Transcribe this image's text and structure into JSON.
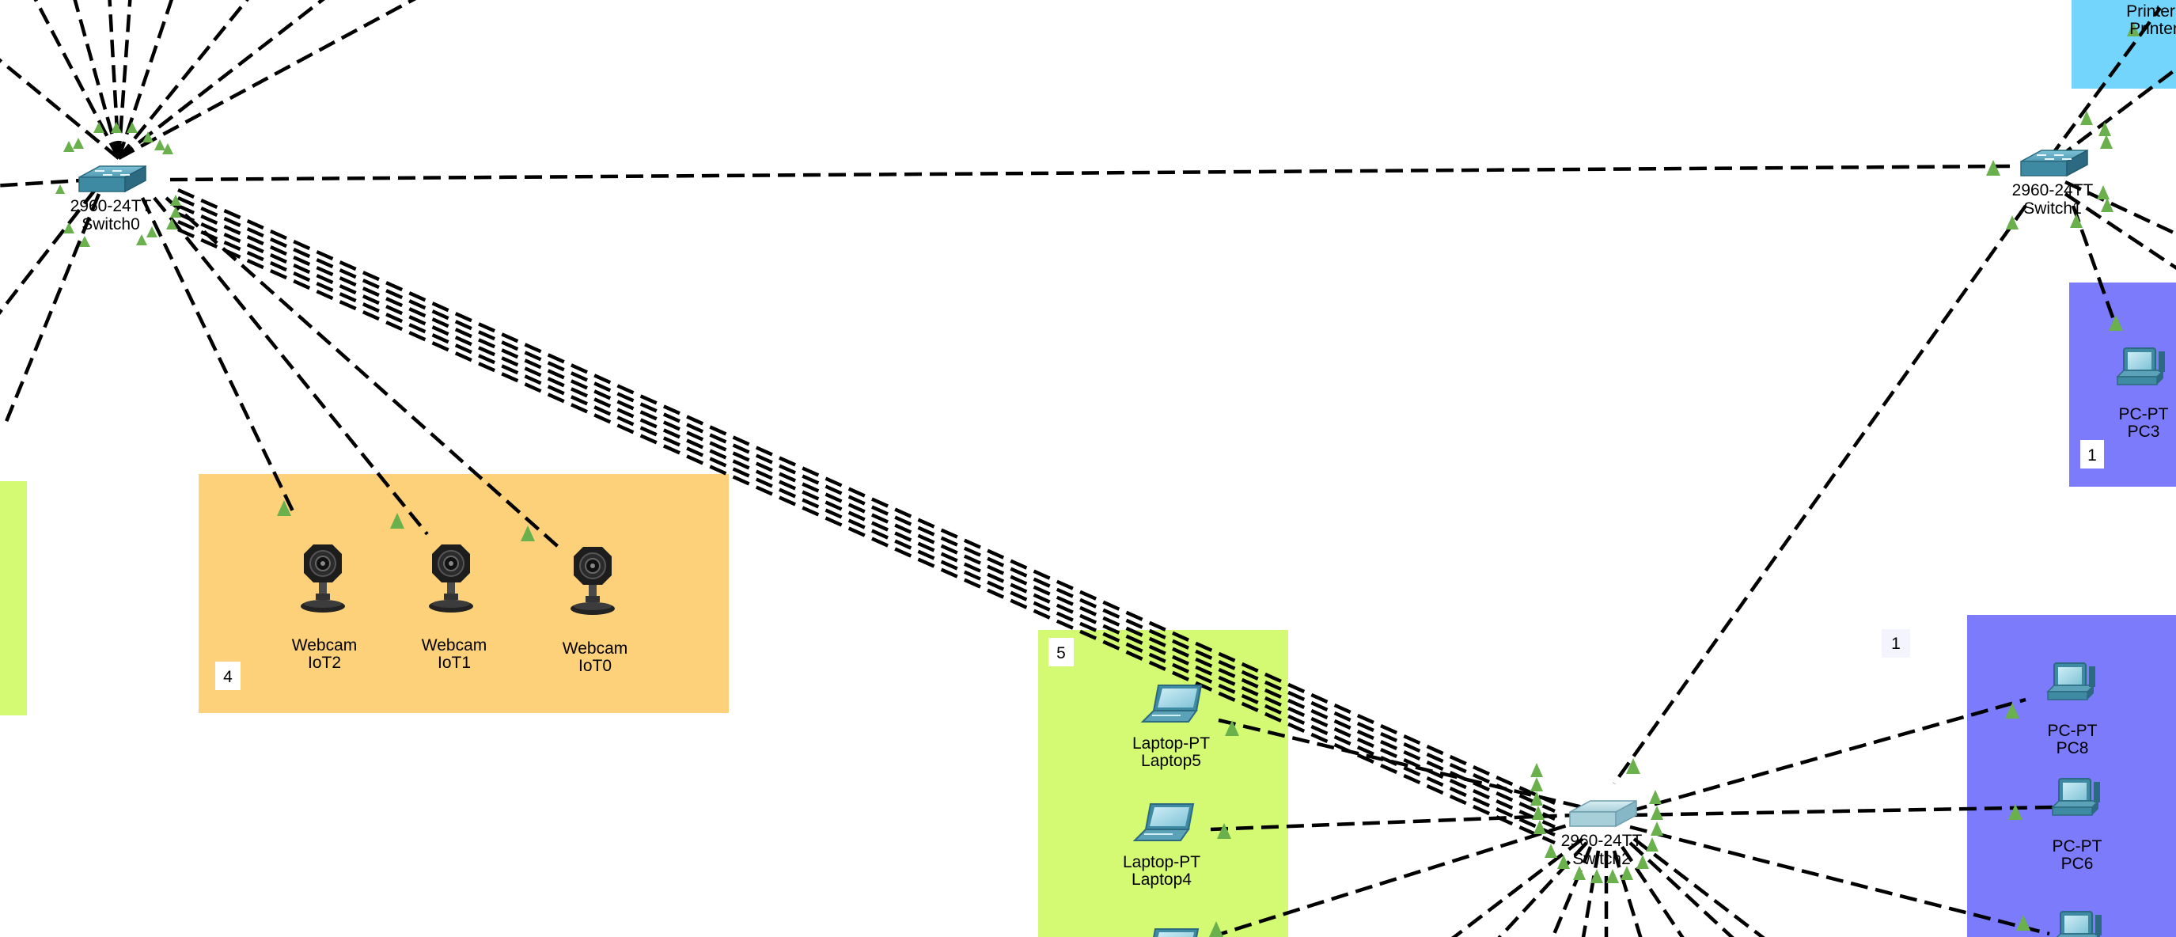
{
  "areas": [
    {
      "id": "area-4",
      "number": "4",
      "color": "#fdd17a"
    },
    {
      "id": "area-5",
      "number": "5",
      "color": "#d4fa74"
    },
    {
      "id": "area-1-top",
      "number": "1",
      "color": "#7b7bfb"
    },
    {
      "id": "area-1-bottom",
      "number": "1",
      "color": "#7b7bfb"
    },
    {
      "id": "area-printer",
      "number": "",
      "color": "#73d5fb"
    },
    {
      "id": "area-left",
      "number": "",
      "color": "#d4fa74"
    }
  ],
  "devices": {
    "switch0": {
      "model": "2960-24TT",
      "name": "Switch0"
    },
    "switch1": {
      "model": "2960-24TT",
      "name": "Switch1"
    },
    "switch2": {
      "model": "2960-24TT",
      "name": "Switch2"
    },
    "iot2": {
      "model": "Webcam",
      "name": "IoT2"
    },
    "iot1": {
      "model": "Webcam",
      "name": "IoT1"
    },
    "iot0": {
      "model": "Webcam",
      "name": "IoT0"
    },
    "laptop5": {
      "model": "Laptop-PT",
      "name": "Laptop5"
    },
    "laptop4": {
      "model": "Laptop-PT",
      "name": "Laptop4"
    },
    "pc3": {
      "model": "PC-PT",
      "name": "PC3"
    },
    "pc8": {
      "model": "PC-PT",
      "name": "PC8"
    },
    "pc6": {
      "model": "PC-PT",
      "name": "PC6"
    },
    "printer": {
      "model": "Printer",
      "name": "Printer"
    }
  },
  "colors": {
    "link": "#000000",
    "port_indicator": "#6ab04c",
    "switch": "#3e8aa3"
  },
  "icons": {
    "switch": "switch-icon",
    "webcam": "webcam-icon",
    "laptop": "laptop-icon",
    "pc": "pc-icon"
  }
}
